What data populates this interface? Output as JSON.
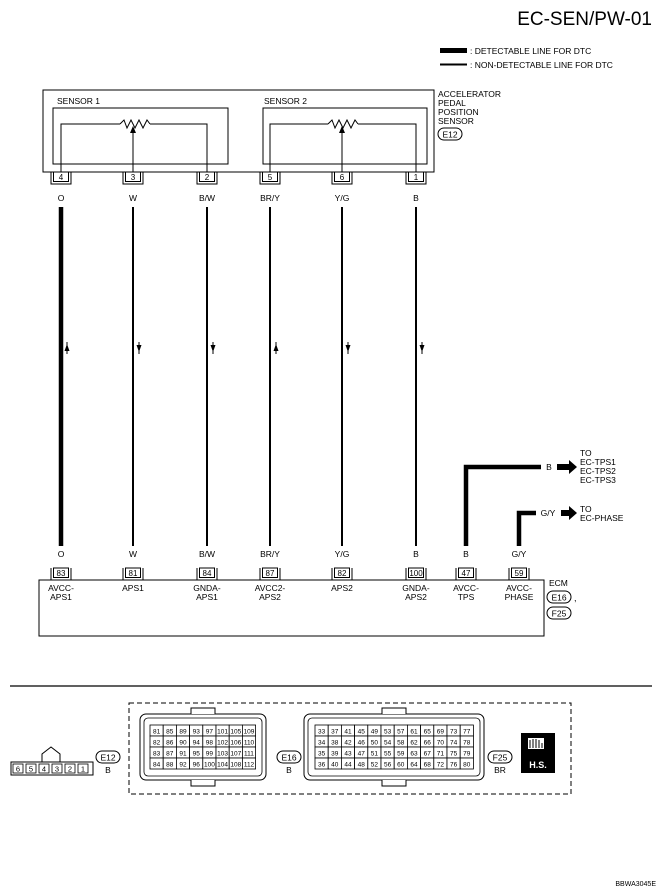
{
  "page": {
    "title": "EC-SEN/PW-01",
    "footer_code": "BBWA3045E"
  },
  "legend": {
    "detectable": ": DETECTABLE LINE FOR DTC",
    "non_detectable": ": NON-DETECTABLE LINE FOR DTC"
  },
  "sensor": {
    "name": [
      "ACCELERATOR",
      "PEDAL",
      "POSITION",
      "SENSOR"
    ],
    "connector": "E12",
    "sensor1_label": "SENSOR 1",
    "sensor2_label": "SENSOR 2"
  },
  "ecm": {
    "name": "ECM",
    "connectors": [
      "E16",
      "F25"
    ],
    "separator": ","
  },
  "wires": [
    {
      "sensor_pin": "4",
      "top_color": "O",
      "ecm_pin": "83",
      "bottom_color": "O",
      "ecm_label": [
        "AVCC-",
        "APS1"
      ],
      "detectable": true,
      "direction": "up"
    },
    {
      "sensor_pin": "3",
      "top_color": "W",
      "ecm_pin": "81",
      "bottom_color": "W",
      "ecm_label": [
        "APS1"
      ],
      "detectable": false,
      "direction": "down"
    },
    {
      "sensor_pin": "2",
      "top_color": "B/W",
      "ecm_pin": "84",
      "bottom_color": "B/W",
      "ecm_label": [
        "GNDA-",
        "APS1"
      ],
      "detectable": false,
      "direction": "down"
    },
    {
      "sensor_pin": "5",
      "top_color": "BR/Y",
      "ecm_pin": "87",
      "bottom_color": "BR/Y",
      "ecm_label": [
        "AVCC2-",
        "APS2"
      ],
      "detectable": false,
      "direction": "up"
    },
    {
      "sensor_pin": "6",
      "top_color": "Y/G",
      "ecm_pin": "82",
      "bottom_color": "Y/G",
      "ecm_label": [
        "APS2"
      ],
      "detectable": false,
      "direction": "down"
    },
    {
      "sensor_pin": "1",
      "top_color": "B",
      "ecm_pin": "100",
      "bottom_color": "B",
      "ecm_label": [
        "GNDA-",
        "APS2"
      ],
      "detectable": false,
      "direction": "down"
    }
  ],
  "extra_wires": [
    {
      "ecm_pin": "47",
      "bottom_color": "B",
      "ecm_label": [
        "AVCC-",
        "TPS"
      ],
      "route_color": "B",
      "destination": [
        "TO",
        "EC-TPS1",
        "EC-TPS2",
        "EC-TPS3"
      ]
    },
    {
      "ecm_pin": "59",
      "bottom_color": "G/Y",
      "ecm_label": [
        "AVCC-",
        "PHASE"
      ],
      "route_color": "G/Y",
      "destination": [
        "TO",
        "EC-PHASE"
      ]
    }
  ],
  "connector_views": {
    "e12": {
      "pins": [
        "6",
        "5",
        "4",
        "3",
        "2",
        "1"
      ],
      "code": "E12",
      "color": "B"
    },
    "e16": {
      "code": "E16",
      "color": "B",
      "rows": [
        [
          "81",
          "85",
          "89",
          "93",
          "97",
          "101",
          "105",
          "109"
        ],
        [
          "82",
          "86",
          "90",
          "94",
          "98",
          "102",
          "106",
          "110"
        ],
        [
          "83",
          "87",
          "91",
          "95",
          "99",
          "103",
          "107",
          "111"
        ],
        [
          "84",
          "88",
          "92",
          "96",
          "100",
          "104",
          "108",
          "112"
        ]
      ]
    },
    "f25": {
      "code": "F25",
      "color": "BR",
      "rows": [
        [
          "33",
          "37",
          "41",
          "45",
          "49",
          "53",
          "57",
          "61",
          "65",
          "69",
          "73",
          "77"
        ],
        [
          "34",
          "38",
          "42",
          "46",
          "50",
          "54",
          "58",
          "62",
          "66",
          "70",
          "74",
          "78"
        ],
        [
          "35",
          "39",
          "43",
          "47",
          "51",
          "55",
          "59",
          "63",
          "67",
          "71",
          "75",
          "79"
        ],
        [
          "36",
          "40",
          "44",
          "48",
          "52",
          "56",
          "60",
          "64",
          "68",
          "72",
          "76",
          "80"
        ]
      ]
    },
    "hs_badge": "H.S."
  }
}
